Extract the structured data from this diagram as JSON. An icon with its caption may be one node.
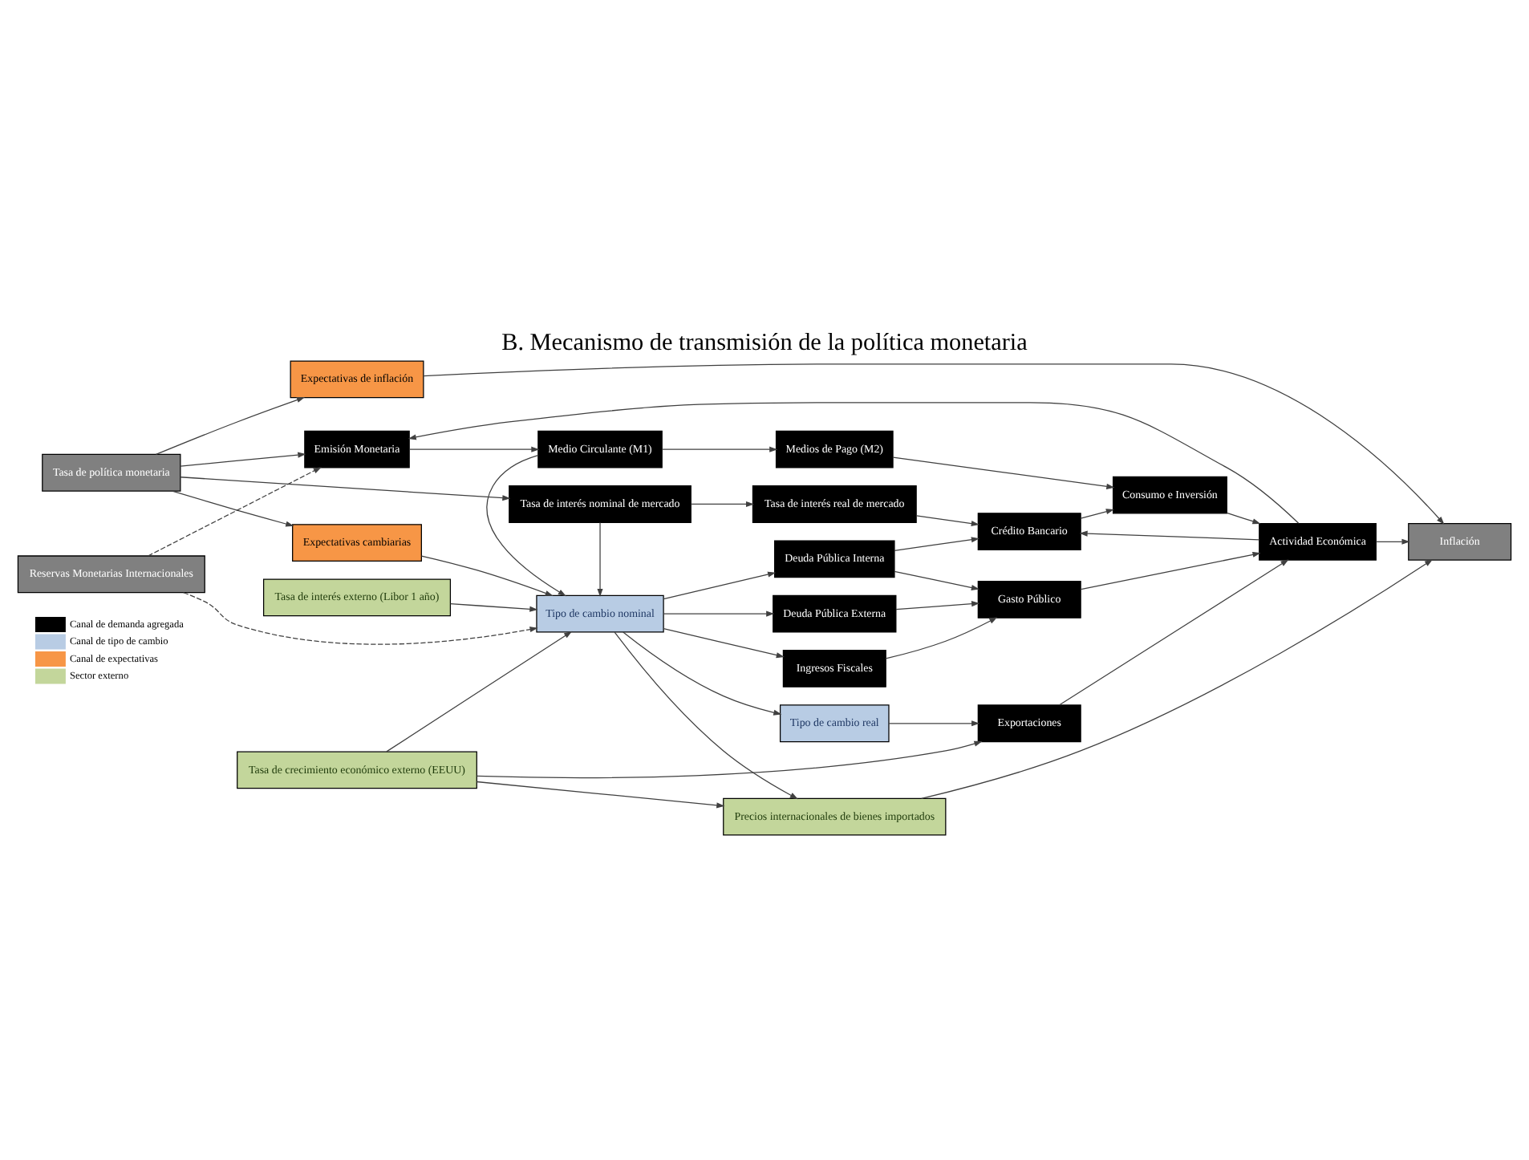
{
  "diagram": {
    "title": "B. Mecanismo de transmisión de la política monetaria",
    "nodes": [
      {
        "text": [
          "Expectativas de inflación"
        ]
      },
      {
        "text": [
          "Emisión Monetaria"
        ]
      },
      {
        "text": [
          "Medio Circulante (M1)"
        ]
      },
      {
        "text": [
          "Medios de Pago (M2)"
        ]
      },
      {
        "text": [
          "Tasa de política monetaria"
        ]
      },
      {
        "text": [
          "Tasa de interés nominal de mercado"
        ]
      },
      {
        "text": [
          "Tasa de interés real de mercado"
        ]
      },
      {
        "text": [
          "Crédito Bancario"
        ]
      },
      {
        "text": [
          "Consumo e Inversión"
        ]
      },
      {
        "text": [
          "Deuda Pública Interna"
        ]
      },
      {
        "text": [
          "Deuda Pública Externa"
        ]
      },
      {
        "text": [
          "Gasto Público"
        ]
      },
      {
        "text": [
          "Actividad Económica"
        ]
      },
      {
        "text": [
          "Inflación"
        ]
      },
      {
        "text": [
          "Ingresos Fiscales"
        ]
      },
      {
        "text": [
          "Reservas Monetarias Internacionales"
        ]
      },
      {
        "text": [
          "Expectativas cambiarias"
        ]
      },
      {
        "text": [
          "Tipo de cambio nominal"
        ]
      },
      {
        "text": [
          "Tipo de cambio real"
        ]
      },
      {
        "text": [
          "Exportaciones"
        ]
      },
      {
        "text": [
          "Tasa de interés externo (Libor 1 año)"
        ]
      },
      {
        "text": [
          "Precios internacionales de bienes importados"
        ]
      },
      {
        "text": [
          "Tasa de crecimiento económico externo (EEUU)"
        ]
      }
    ],
    "edges": [
      {
        "from": 4,
        "to": 0,
        "arrow": "to"
      },
      {
        "from": 4,
        "to": 1,
        "arrow": "to"
      },
      {
        "from": 4,
        "to": 5,
        "arrow": "to"
      },
      {
        "from": 4,
        "to": 16,
        "arrow": "to"
      },
      {
        "from": 15,
        "to": 1,
        "arrow": "to",
        "style": "dashed"
      },
      {
        "from": 15,
        "to": 17,
        "arrow": "to",
        "style": "dashed"
      },
      {
        "from": 0,
        "to": 13,
        "arrow": "to"
      },
      {
        "from": 1,
        "to": 2,
        "arrow": "to"
      },
      {
        "from": 2,
        "to": 3,
        "arrow": "to"
      },
      {
        "from": 2,
        "to": 17,
        "arrow": "to"
      },
      {
        "from": 5,
        "to": 6,
        "arrow": "to"
      },
      {
        "from": 5,
        "to": 17,
        "arrow": "to"
      },
      {
        "from": 6,
        "to": 7,
        "arrow": "to"
      },
      {
        "from": 3,
        "to": 8,
        "arrow": "to"
      },
      {
        "from": 7,
        "to": 8,
        "arrow": "to"
      },
      {
        "from": 9,
        "to": 7,
        "arrow": "to"
      },
      {
        "from": 9,
        "to": 11,
        "arrow": "to"
      },
      {
        "from": 10,
        "to": 11,
        "arrow": "to"
      },
      {
        "from": 14,
        "to": 11,
        "arrow": "to"
      },
      {
        "from": 8,
        "to": 12,
        "arrow": "to"
      },
      {
        "from": 11,
        "to": 12,
        "arrow": "to"
      },
      {
        "from": 19,
        "to": 12,
        "arrow": "to"
      },
      {
        "from": 12,
        "to": 13,
        "arrow": "to"
      },
      {
        "from": 12,
        "to": 1,
        "arrow": "to"
      },
      {
        "from": 12,
        "to": 7,
        "arrow": "to"
      },
      {
        "from": 16,
        "to": 17,
        "arrow": "to"
      },
      {
        "from": 17,
        "to": 18,
        "arrow": "to"
      },
      {
        "from": 17,
        "to": 9,
        "arrow": "to"
      },
      {
        "from": 17,
        "to": 10,
        "arrow": "to"
      },
      {
        "from": 17,
        "to": 14,
        "arrow": "to"
      },
      {
        "from": 18,
        "to": 19,
        "arrow": "to"
      },
      {
        "from": 20,
        "to": 17,
        "arrow": "to"
      },
      {
        "from": 22,
        "to": 17,
        "arrow": "to"
      },
      {
        "from": 17,
        "to": 21,
        "arrow": "to"
      },
      {
        "from": 22,
        "to": 21,
        "arrow": "to"
      },
      {
        "from": 22,
        "to": 19,
        "arrow": "to"
      },
      {
        "from": 21,
        "to": 13,
        "arrow": "to"
      }
    ],
    "legend": [
      {
        "text": "Canal de demanda agregada",
        "color": "#000000"
      },
      {
        "text": "Canal de tipo de cambio",
        "color": "#b8cce4"
      },
      {
        "text": "Canal de expectativas",
        "color": "#f79646"
      },
      {
        "text": "Sector externo",
        "color": "#c3d69b"
      }
    ]
  }
}
